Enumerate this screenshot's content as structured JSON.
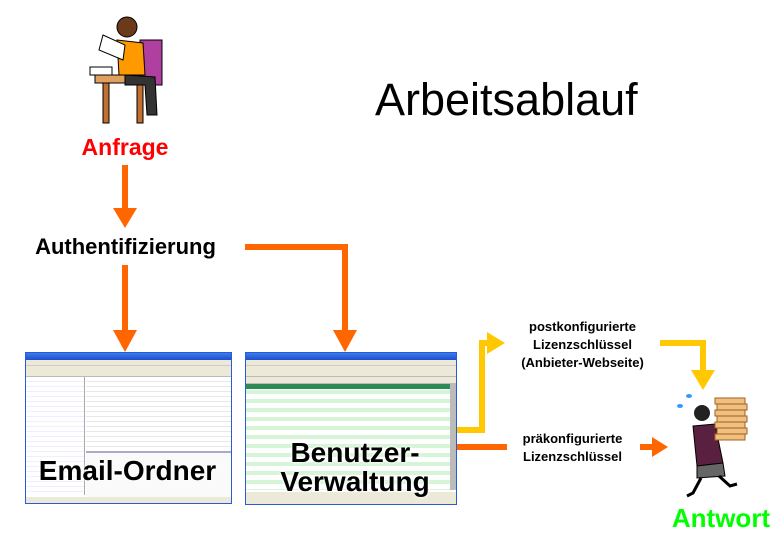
{
  "title": "Arbeitsablauf",
  "steps": {
    "request": "Anfrage",
    "auth": "Authentifizierung",
    "email_folder": "Email-Ordner",
    "user_admin_line1": "Benutzer-",
    "user_admin_line2": "Verwaltung",
    "post_line1": "postkonfigurierte",
    "post_line2": "Lizenzschlüssel",
    "post_line3": "(Anbieter-Webseite)",
    "pre_line1": "präkonfigurierte",
    "pre_line2": "Lizenzschlüssel",
    "response": "Antwort"
  },
  "colors": {
    "request": "#ff0000",
    "response": "#00ff00",
    "orange_arrow": "#ff6600",
    "yellow_arrow": "#ffc800"
  }
}
